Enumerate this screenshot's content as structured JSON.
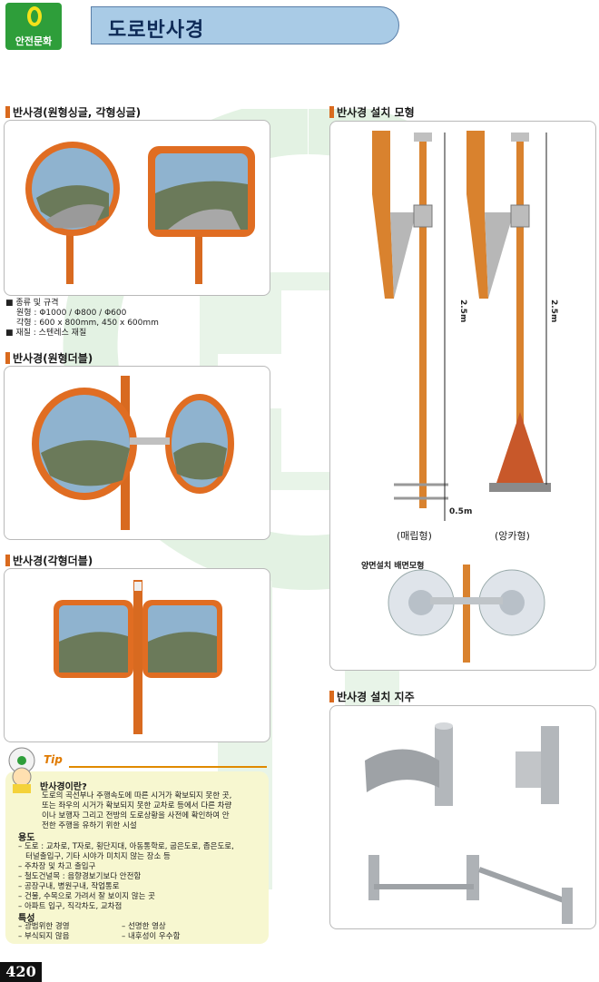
{
  "header": {
    "logo_text": "안전문화",
    "title": "도로반사경"
  },
  "sections": {
    "single": {
      "title": "반사경(원형싱글, 각형싱글)"
    },
    "round_double": {
      "title": "반사경(원형더블)"
    },
    "square_double": {
      "title": "반사경(각형더블)"
    },
    "install_model": {
      "title": "반사경 설치 모형"
    },
    "install_support": {
      "title": "반사경 설치 지주"
    }
  },
  "specs": {
    "line1": "■ 종류 및 규격",
    "line2": "원형 : Φ1000 / Φ800 / Φ600",
    "line3": "각형 : 600 x 800mm, 450 x 600mm",
    "line4": "■ 재질 : 스텐레스 재질"
  },
  "install_diagram": {
    "height_label_left": "2.5m",
    "height_label_right": "2.5m",
    "depth_label": "0.5m",
    "type_left": "(매립형)",
    "type_right": "(앙카형)",
    "double_label": "양면설치 배면모형"
  },
  "tip": {
    "badge": "Tip",
    "q_title": "반사경이란?",
    "q_body": [
      "도로의 곡선부나 주행속도에 따른 시거가 확보되지 못한 곳,",
      "또는 좌우의 시거가 확보되지 못한 교차로 등에서 다른 차량",
      "이나 보행자 그리고 전방의 도로상황을 사전에 확인하여 안",
      "전한 주행을 유하기 위한 시설"
    ],
    "use_title": "용도",
    "use_items": [
      "– 도로 : 교차로, T자로, 횡단지대, 아동통학로, 굽은도로, 좁은도로,",
      "   터널출입구, 기타 시야가 미치지 않는 장소 등",
      "– 주차장 및 차고 출입구",
      "– 철도건널목 : 음향경보기보다 안전함",
      "– 공장구내, 병원구내, 작업통로",
      "– 건물, 수목으로 가려서 잘 보이지 않는 곳",
      "– 아파트 입구, 직각차도, 교차점"
    ],
    "feature_title": "특성",
    "features_left": [
      "– 광범위한 경영",
      "– 부식되지 않음"
    ],
    "features_right": [
      "– 선명한 영상",
      "– 내후성이 우수함"
    ]
  },
  "page_number": "420",
  "colors": {
    "accent_orange": "#d96a1e",
    "title_banner": "#a9cbe6",
    "logo_green": "#2e9e3a",
    "watermark_green": "#e6f3e6"
  }
}
